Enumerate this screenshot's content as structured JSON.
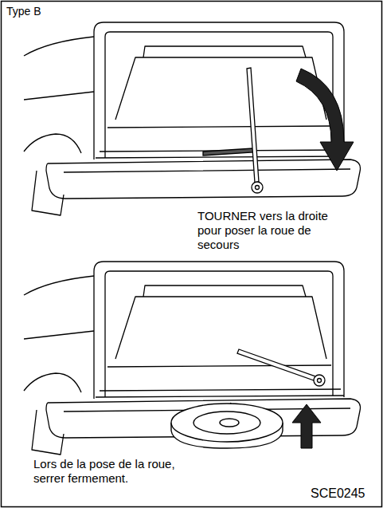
{
  "diagram": {
    "title": "Type B",
    "labels": [
      "TOURNER vers la droite pour poser la roue de secours",
      "Lors de la pose de la roue, serrer fermement.",
      "SCE0245"
    ]
  }
}
